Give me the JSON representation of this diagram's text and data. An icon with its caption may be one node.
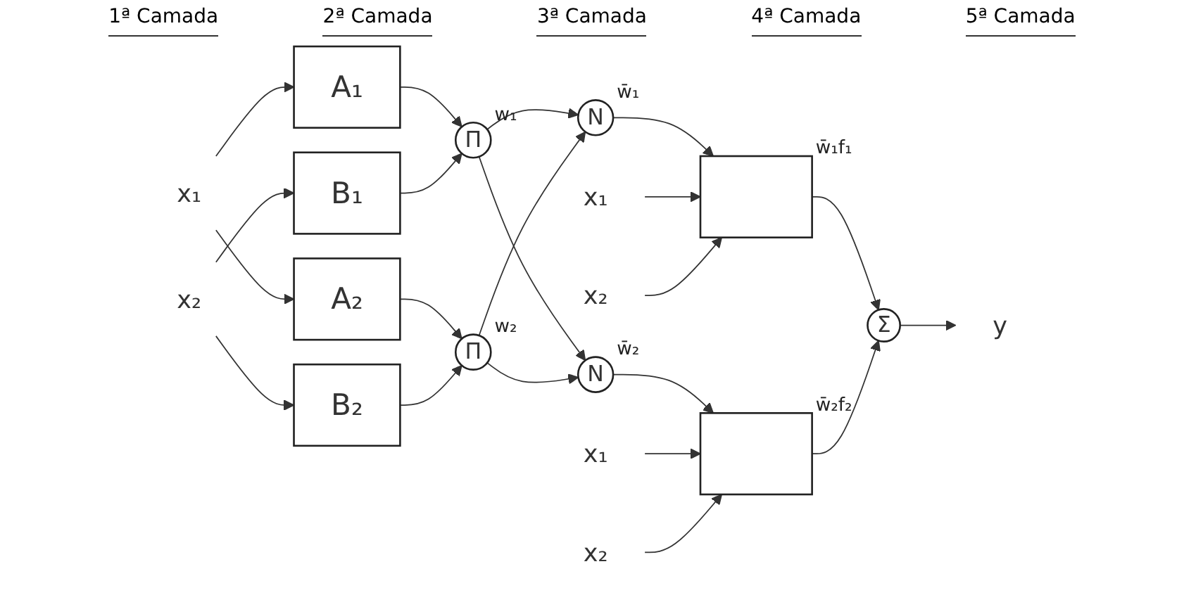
{
  "diagram": {
    "nodes": [
      {
        "text": [
          "x₁"
        ]
      },
      {
        "text": [
          "x₂"
        ]
      },
      {
        "text": [
          "A₁"
        ]
      },
      {
        "text": [
          "A₂"
        ]
      },
      {
        "text": [
          "B₁"
        ]
      },
      {
        "text": [
          "B₂"
        ]
      },
      {
        "text": [
          "Π"
        ],
        "beside": [
          "w₁"
        ]
      },
      {
        "text": [
          "Π"
        ],
        "beside": [
          "w₂"
        ]
      },
      {
        "text": [
          "N"
        ],
        "beside": [
          "w̄₁"
        ]
      },
      {
        "text": [
          "N"
        ],
        "beside": [
          "w̄₂"
        ]
      },
      {
        "text": [],
        "shape": "box",
        "beside": [
          "w̄₁f₁"
        ]
      },
      {
        "text": [],
        "shape": "box",
        "beside": [
          "w̄₂f₂"
        ]
      },
      {
        "text": [
          "Σ"
        ]
      },
      {
        "text": [
          "y"
        ]
      },
      {
        "text": [
          "x₁"
        ]
      },
      {
        "text": [
          "x₂"
        ]
      },
      {
        "text": [
          "x₁"
        ]
      },
      {
        "text": [
          "x₂"
        ]
      }
    ],
    "edges": [
      {
        "from": 0,
        "to": 2,
        "arrow": "to"
      },
      {
        "from": 0,
        "to": 3,
        "arrow": "to"
      },
      {
        "from": 1,
        "to": 4,
        "arrow": "to"
      },
      {
        "from": 1,
        "to": 5,
        "arrow": "to"
      },
      {
        "from": 2,
        "to": 6,
        "arrow": "to"
      },
      {
        "from": 3,
        "to": 7,
        "arrow": "to"
      },
      {
        "from": 4,
        "to": 6,
        "arrow": "to"
      },
      {
        "from": 5,
        "to": 7,
        "arrow": "to"
      },
      {
        "from": 6,
        "to": 8,
        "arrow": "to"
      },
      {
        "from": 6,
        "to": 9,
        "arrow": "to"
      },
      {
        "from": 7,
        "to": 8,
        "arrow": "to"
      },
      {
        "from": 7,
        "to": 9,
        "arrow": "to"
      },
      {
        "from": 8,
        "to": 10,
        "arrow": "to"
      },
      {
        "from": 9,
        "to": 11,
        "arrow": "to"
      },
      {
        "from": 10,
        "to": 12,
        "arrow": "to"
      },
      {
        "from": 11,
        "to": 12,
        "arrow": "to"
      },
      {
        "from": 12,
        "to": 13,
        "arrow": "to"
      },
      {
        "from": 14,
        "to": 10,
        "arrow": "to"
      },
      {
        "from": 15,
        "to": 10,
        "arrow": "to"
      },
      {
        "from": 16,
        "to": 11,
        "arrow": "to"
      },
      {
        "from": 17,
        "to": 11,
        "arrow": "to"
      }
    ],
    "labels": [
      "1ª Camada",
      "2ª Camada",
      "3ª Camada",
      "4ª Camada",
      "5ª Camada"
    ]
  }
}
